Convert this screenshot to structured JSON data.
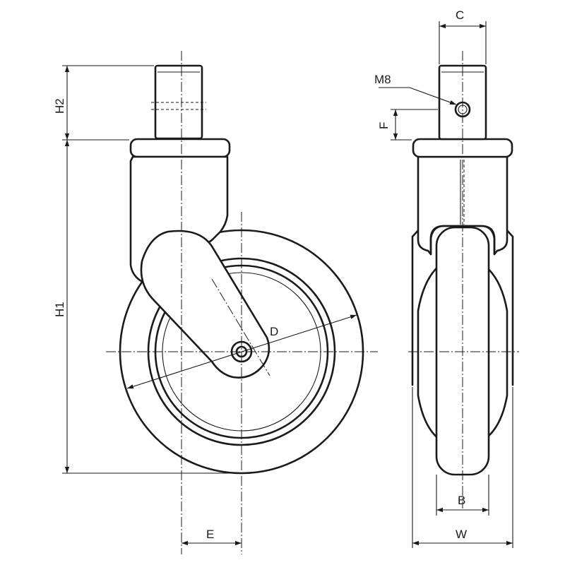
{
  "labels": {
    "c": "C",
    "m8": "M8",
    "h2": "H2",
    "f": "F",
    "h1": "H1",
    "d": "D",
    "e": "E",
    "b": "B",
    "w": "W"
  }
}
